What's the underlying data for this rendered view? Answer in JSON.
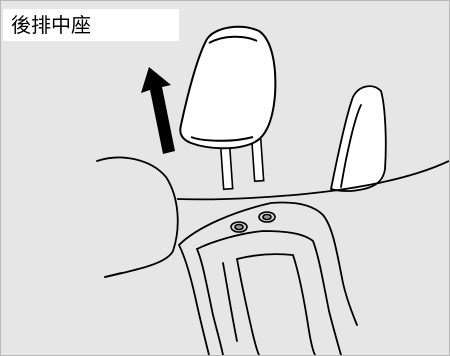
{
  "caption": {
    "title": "後排中座"
  },
  "illustration": {
    "subject": "rear-center-headrest-removal",
    "arrow_direction": "up",
    "colors": {
      "background": "#e6e6e6",
      "headrest_fill": "#ffffff",
      "line": "#000000"
    }
  }
}
